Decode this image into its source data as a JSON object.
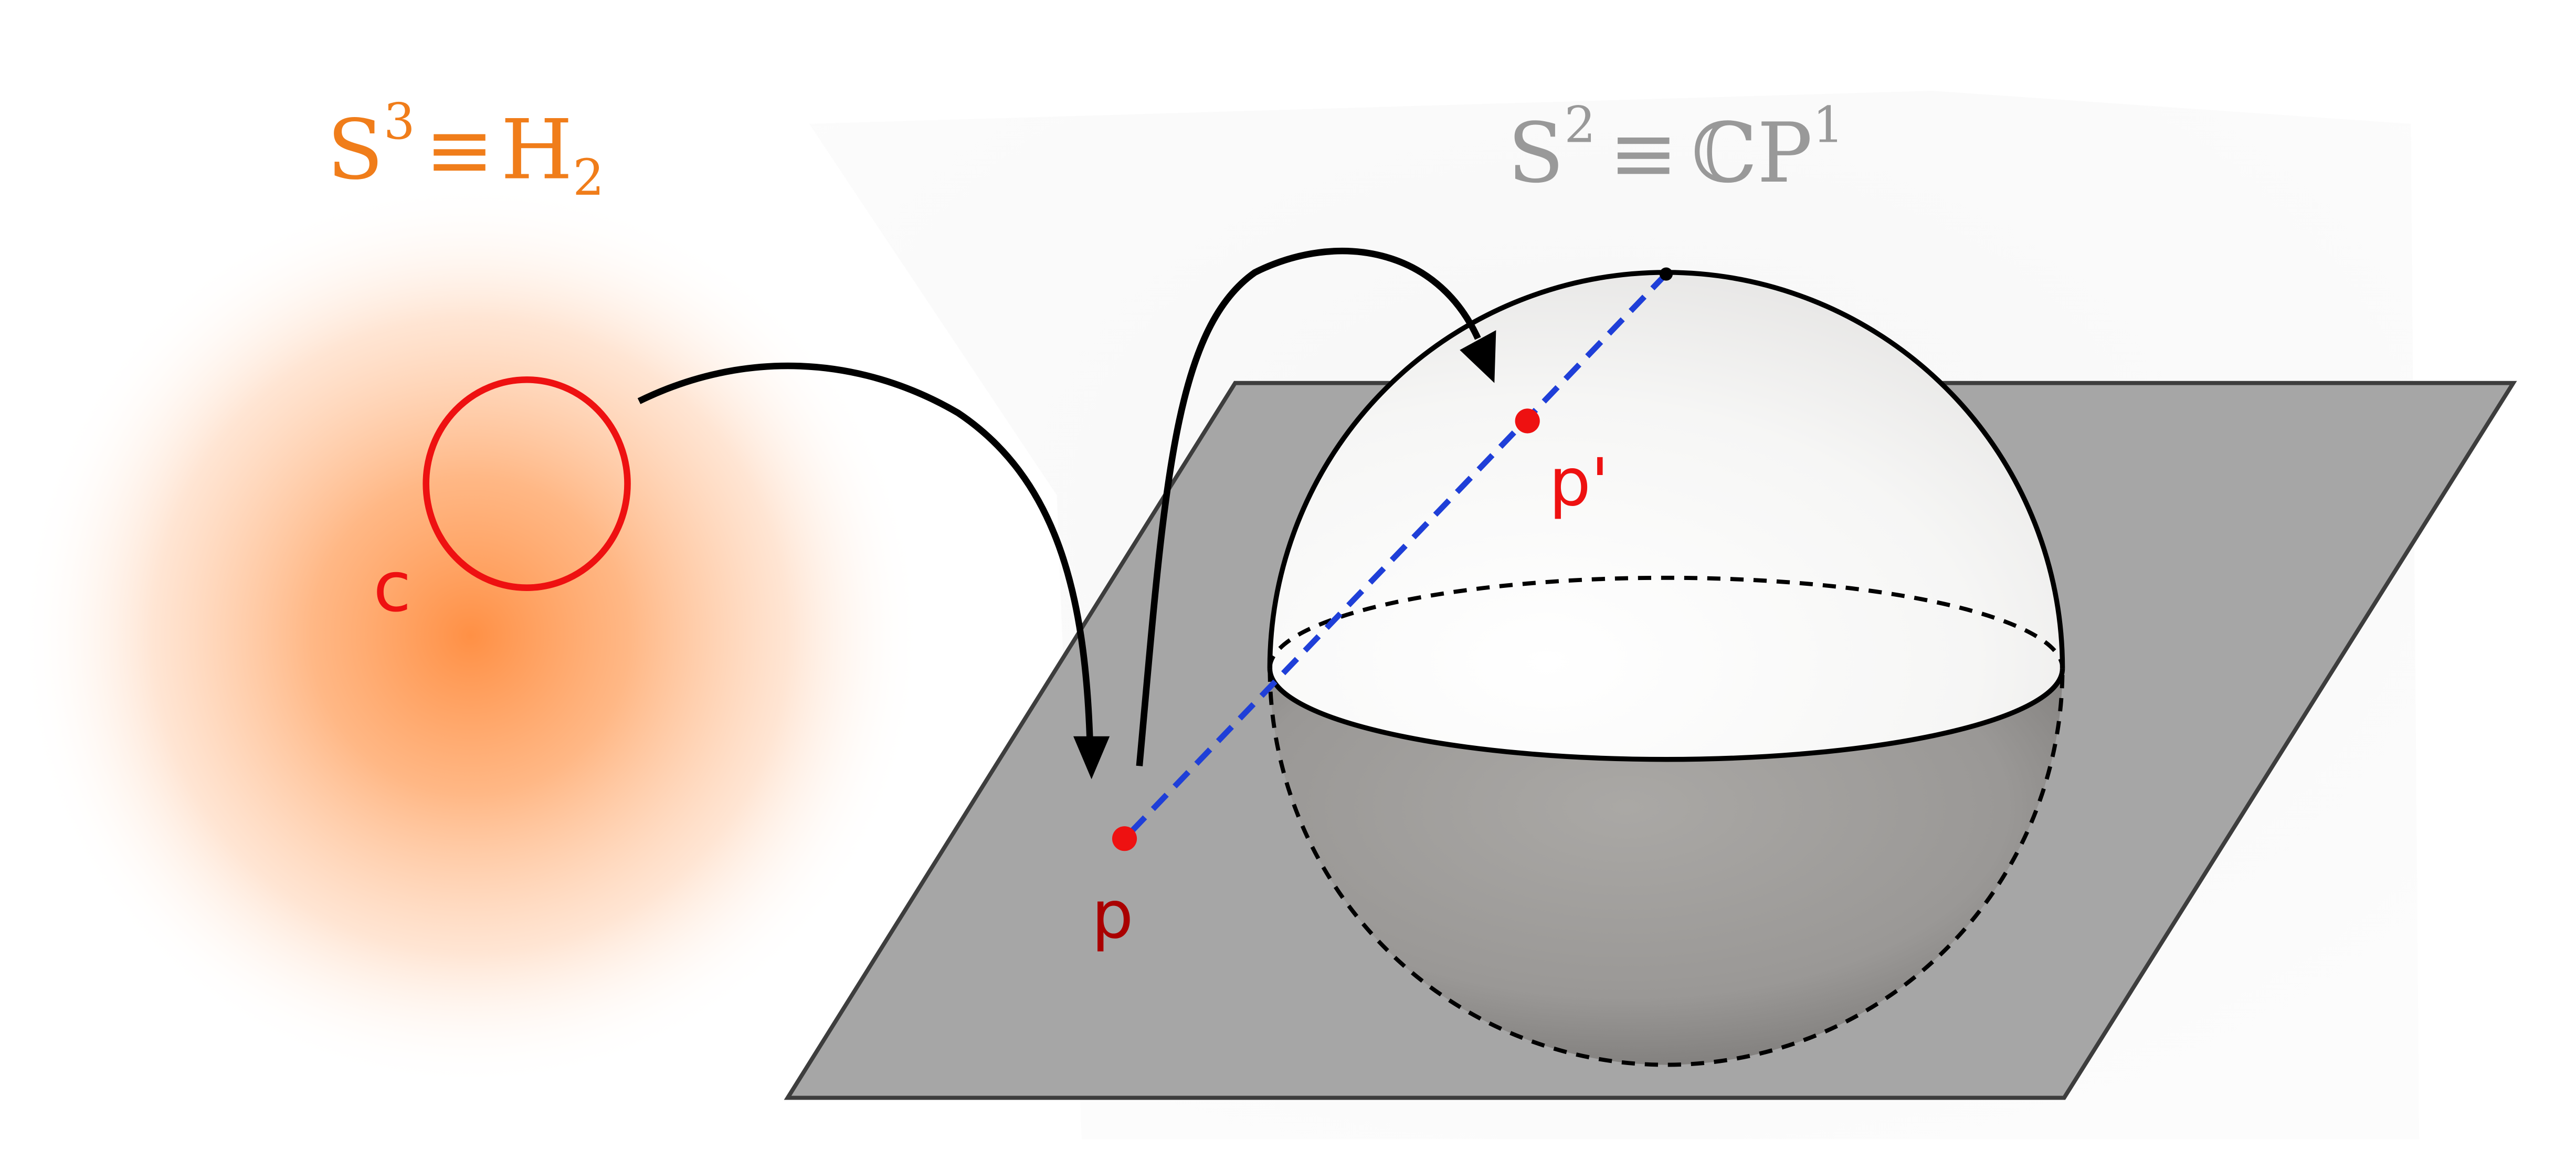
{
  "left_space": {
    "label": {
      "base": "S",
      "sup": "3",
      "eq": "≡",
      "rhs_base": "H",
      "rhs_sub": "2"
    },
    "loop_label": "c",
    "color": "#f07d1a",
    "glow_color": "#ff9045",
    "loop_color": "#ee1111"
  },
  "right_space": {
    "label": {
      "base": "S",
      "sup": "2",
      "eq": "≡",
      "rhs_base": "ℂP",
      "rhs_sup": "1"
    },
    "color": "#999999"
  },
  "points": {
    "p": {
      "label": "p",
      "color": "#ee1111",
      "label_color": "#aa0000"
    },
    "p_prime": {
      "label": "p'",
      "color": "#ee1111",
      "label_color": "#ee1111"
    }
  },
  "plane": {
    "fill": "#a6a6a6",
    "stroke": "#3d3d3d"
  },
  "projection_line": {
    "color": "#1f3fd8"
  },
  "arrows": {
    "color": "#000000"
  }
}
